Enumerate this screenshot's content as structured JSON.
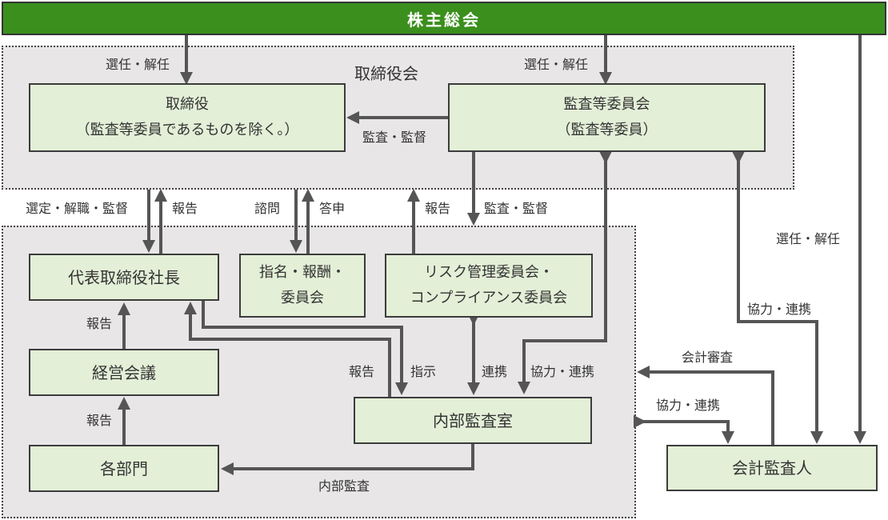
{
  "colors": {
    "header_green": "#3a8f1d",
    "box_fill": "#e3efd7",
    "region_fill": "#e8e6e7",
    "line": "#555555"
  },
  "header": {
    "title": "株主総会"
  },
  "board_region": {
    "title": "取締役会"
  },
  "boxes": {
    "directors": {
      "line1": "取締役",
      "line2": "（監査等委員であるものを除く。）"
    },
    "audit_committee": {
      "line1": "監査等委員会",
      "line2": "（監査等委員）"
    },
    "president": {
      "line1": "代表取締役社長"
    },
    "nomination": {
      "line1": "指名・報酬・",
      "line2": "委員会"
    },
    "risk": {
      "line1": "リスク管理委員会・",
      "line2": "コンプライアンス委員会"
    },
    "management_meeting": {
      "line1": "経営会議"
    },
    "internal_audit": {
      "line1": "内部監査室"
    },
    "departments": {
      "line1": "各部門"
    },
    "accounting_auditor": {
      "line1": "会計監査人"
    }
  },
  "labels": {
    "elect_dismiss_left": "選任・解任",
    "elect_dismiss_right": "選任・解任",
    "elect_dismiss_far": "選任・解任",
    "audit_supervise_board": "監査・監督",
    "select_dismiss_supervise": "選定・解職・監督",
    "report_president_board": "報告",
    "consult": "諮問",
    "answer": "答申",
    "report_risk_board": "報告",
    "audit_supervise_risk": "監査・監督",
    "report_meeting_president": "報告",
    "report_dept_meeting": "報告",
    "report_internal": "報告",
    "instruct": "指示",
    "cooperate_risk": "連携",
    "cooperate_audit": "協力・連携",
    "cooperate_committee_auditor": "協力・連携",
    "accounting_audit": "会計審査",
    "cooperate_internal_auditor": "協力・連携",
    "internal_audit_flow": "内部監査"
  }
}
